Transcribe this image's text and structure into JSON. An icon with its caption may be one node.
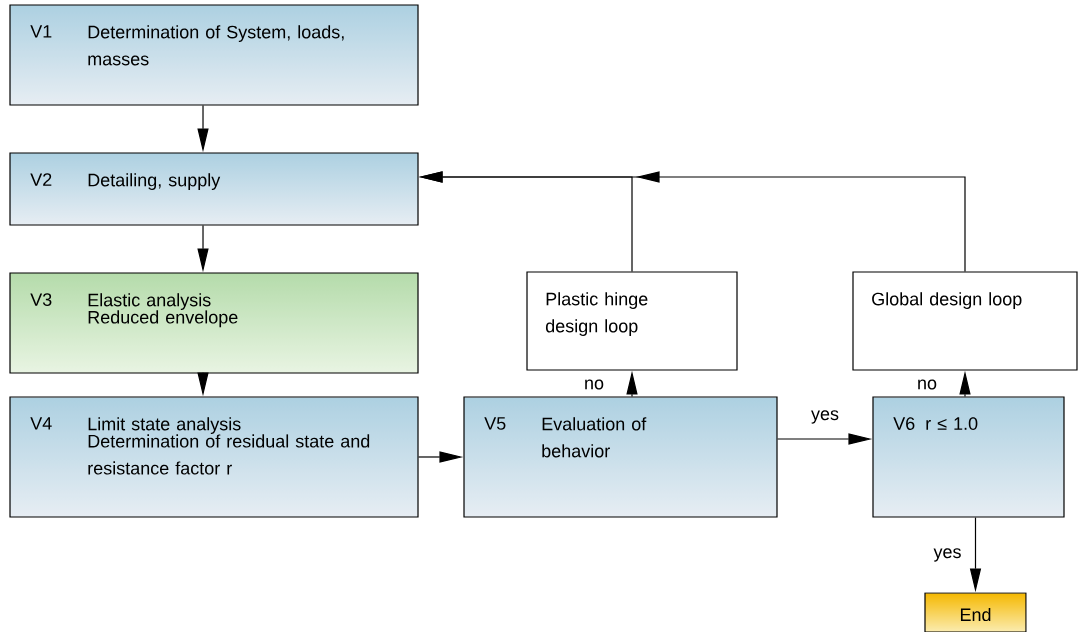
{
  "diagram": {
    "nodes": [
      {
        "text": [
          "V1",
          "Determination of System, loads, masses"
        ]
      },
      {
        "text": [
          "V2",
          "Detailing, supply"
        ]
      },
      {
        "text": [
          "V3",
          "Elastic analysis",
          "Reduced envelope"
        ]
      },
      {
        "text": [
          "V4",
          "Limit state analysis",
          "Determination of residual state and resistance factor r"
        ]
      },
      {
        "text": [
          "V5",
          "Evaluation of behavior"
        ]
      },
      {
        "text": [
          "Plastic hinge design loop"
        ]
      },
      {
        "text": [
          "Global design loop"
        ]
      },
      {
        "text": [
          "V6",
          "r ≤ 1.0"
        ]
      },
      {
        "text": [
          "End"
        ]
      }
    ],
    "edges": [
      {
        "from": 0,
        "to": 1,
        "arrow": "to"
      },
      {
        "from": 1,
        "to": 2,
        "arrow": "to"
      },
      {
        "from": 2,
        "to": 3,
        "arrow": "to"
      },
      {
        "from": 3,
        "to": 4,
        "arrow": "to"
      },
      {
        "from": 4,
        "to": 5,
        "arrow": "to",
        "label": "no"
      },
      {
        "from": 4,
        "to": 7,
        "arrow": "to",
        "label": "yes"
      },
      {
        "from": 7,
        "to": 6,
        "arrow": "to",
        "label": "no"
      },
      {
        "from": 7,
        "to": 8,
        "arrow": "to",
        "label": "yes"
      },
      {
        "from": 5,
        "to": 1,
        "arrow": "to"
      },
      {
        "from": 6,
        "to": 1,
        "arrow": "to"
      }
    ]
  }
}
